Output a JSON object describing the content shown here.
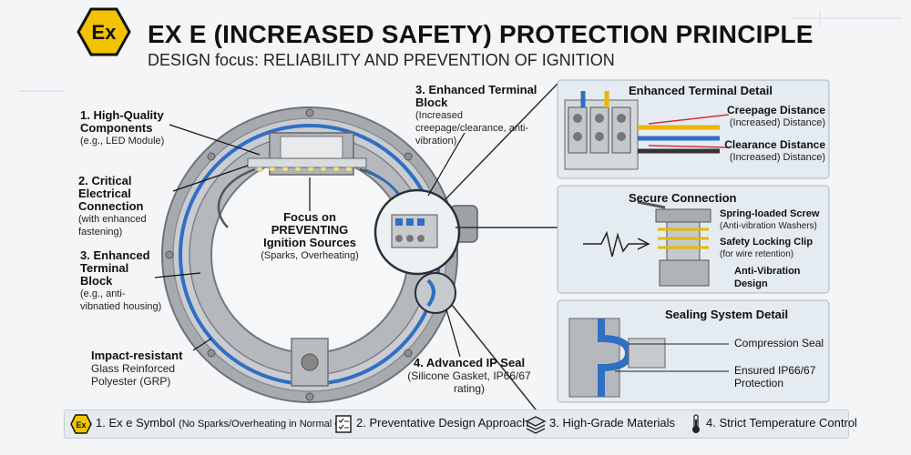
{
  "header": {
    "logo_text": "Ex",
    "title": "EX E (INCREASED SAFETY) PROTECTION PRINCIPLE",
    "subtitle": "DESIGN focus: RELIABILITY AND PREVENTION OF IGNITION"
  },
  "left_labels": {
    "l1_title": "1. High-Quality Components",
    "l1_sub": "(e.g., LED Module)",
    "l2_title": "2. Critical Electrical Connection",
    "l2_sub": "(with enhanced fastening)",
    "l3_title": "3. Enhanced Terminal Block",
    "l3_sub": "(e.g., anti-vibnatied housing)",
    "l4_title": "Impact-resistant",
    "l4_sub": "Glass Reinforced Polyester (GRP)"
  },
  "center": {
    "focus_line1": "Focus on",
    "focus_line2": "PREVENTING",
    "focus_line3": "Ignition Sources",
    "focus_sub": "(Sparks, Overheating)"
  },
  "callouts": {
    "terminal_title": "3. Enhanced Terminal Block",
    "terminal_sub": "(Increased creepage/clearance, anti-vibration)",
    "seal_title": "4. Advanced IP Seal",
    "seal_sub": "(Silicone Gasket, IP66/67 rating)"
  },
  "panels": {
    "terminal_detail": {
      "title": "Enhanced Terminal Detail",
      "creepage": "Creepage Distance",
      "creepage_sub": "(Increased) Distance)",
      "clearance": "Clearance Distance",
      "clearance_sub": "(Increased) Distance)"
    },
    "secure_connection": {
      "title": "Secure Connection",
      "screw": "Spring-loaded Screw",
      "screw_sub": "(Anti-vibration Washers)",
      "clip": "Safety Locking Clip",
      "clip_sub": "(for wire retention)",
      "anti_vib": "Anti-Vibration Design"
    },
    "sealing": {
      "title": "Sealing System Detail",
      "compression": "Compression Seal",
      "ensured": "Ensured IP66/67 Protection"
    }
  },
  "footer": {
    "item1": "1. Ex e Symbol",
    "item1_sub": "(No Sparks/Overheating in Normal Op)",
    "item2": "2. Preventative Design Approach",
    "item3": "3. High-Grade Materials",
    "item4": "4. Strict Temperature  Control"
  },
  "colors": {
    "ex_yellow": "#f2c300",
    "seal_blue": "#2f6fc4",
    "metal": "#b9bcbf",
    "wire_yellow": "#e6b800"
  },
  "icons": [
    "ex-logo-icon",
    "checklist-icon",
    "layers-icon",
    "thermometer-icon"
  ]
}
